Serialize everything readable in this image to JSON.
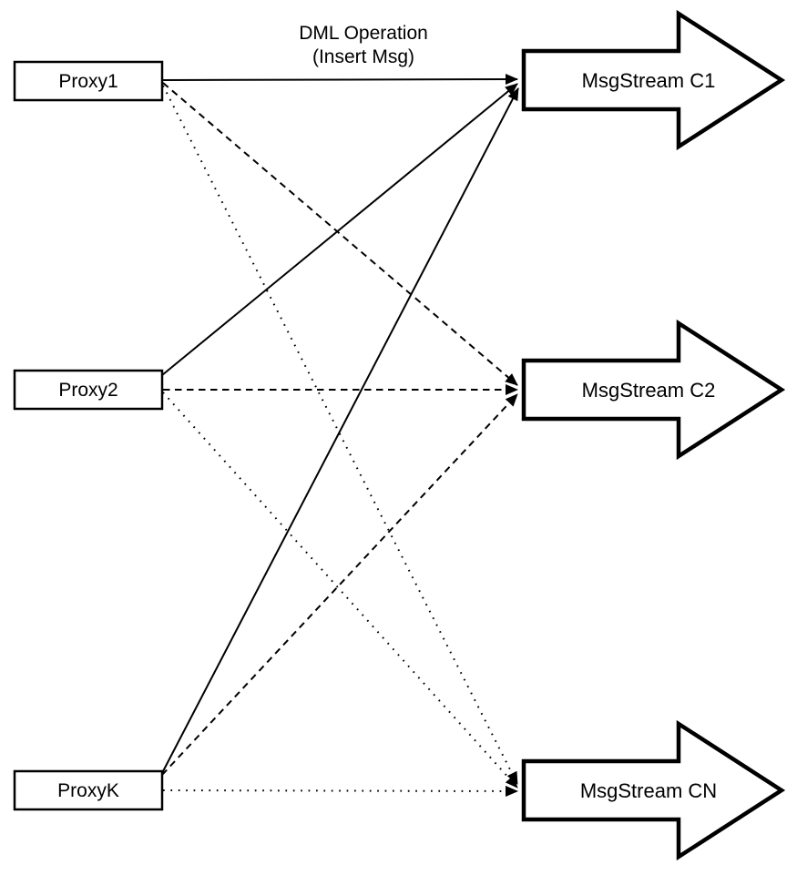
{
  "diagram": {
    "background_color": "#ffffff",
    "stroke_color": "#000000",
    "shape_fill_color": "#ffffff",
    "title": {
      "line1": "DML Operation",
      "line2": "(Insert Msg)"
    },
    "proxies": [
      {
        "label": "Proxy1"
      },
      {
        "label": "Proxy2"
      },
      {
        "label": "ProxyK"
      }
    ],
    "streams": [
      {
        "label": "MsgStream C1"
      },
      {
        "label": "MsgStream C2"
      },
      {
        "label": "MsgStream CN"
      }
    ],
    "edges": [
      {
        "from": "Proxy1",
        "to": "MsgStream C1",
        "style": "solid"
      },
      {
        "from": "Proxy2",
        "to": "MsgStream C1",
        "style": "solid"
      },
      {
        "from": "ProxyK",
        "to": "MsgStream C1",
        "style": "solid"
      },
      {
        "from": "Proxy1",
        "to": "MsgStream C2",
        "style": "dashed"
      },
      {
        "from": "Proxy2",
        "to": "MsgStream C2",
        "style": "dashed"
      },
      {
        "from": "ProxyK",
        "to": "MsgStream C2",
        "style": "dashed"
      },
      {
        "from": "Proxy1",
        "to": "MsgStream CN",
        "style": "dotted"
      },
      {
        "from": "Proxy2",
        "to": "MsgStream CN",
        "style": "dotted"
      },
      {
        "from": "ProxyK",
        "to": "MsgStream CN",
        "style": "dotted"
      }
    ]
  }
}
